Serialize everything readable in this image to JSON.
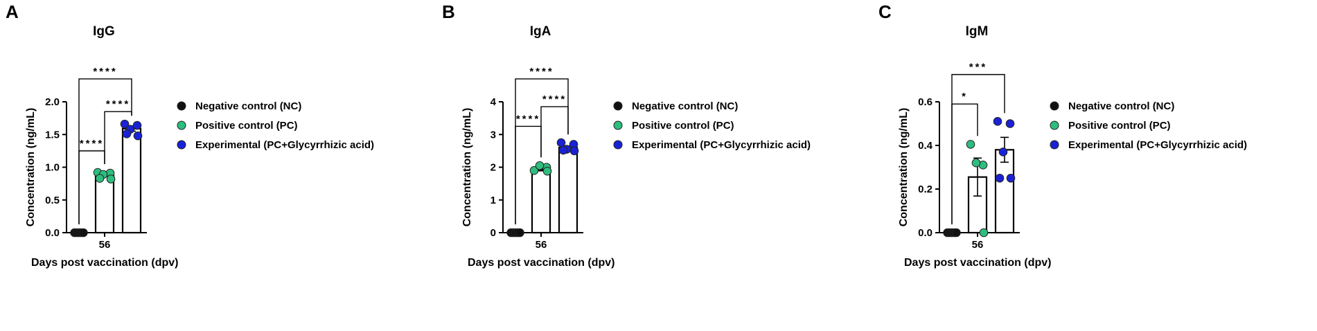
{
  "colors": {
    "nc": "#111111",
    "pc": "#2dbd7e",
    "exp": "#1a22d6"
  },
  "legend": [
    {
      "label": "Negative control (NC)",
      "color": "#111111"
    },
    {
      "label": "Positive control (PC)",
      "color": "#2dbd7e"
    },
    {
      "label": "Experimental (PC+Glycyrrhizic acid)",
      "color": "#1a22d6"
    }
  ],
  "chart_data": [
    {
      "panel": "A",
      "type": "bar",
      "title": "IgG",
      "xlabel": "Days post vaccination (dpv)",
      "ylabel": "Concentration (ng/mL)",
      "x_tick": "56",
      "ylim": [
        0,
        2.0
      ],
      "yticks": [
        "0.0",
        "0.5",
        "1.0",
        "1.5",
        "2.0"
      ],
      "ytick_values": [
        0,
        0.5,
        1.0,
        1.5,
        2.0
      ],
      "grid": false,
      "legend": "right",
      "series": [
        {
          "name": "Negative control (NC)",
          "mean": 0,
          "points": [
            0,
            0,
            0,
            0,
            0
          ],
          "error": 0
        },
        {
          "name": "Positive control (PC)",
          "mean": 0.88,
          "points": [
            0.92,
            0.91,
            0.89,
            0.82,
            0.83
          ],
          "error": 0.02
        },
        {
          "name": "Experimental (PC+Glycyrrhizic acid)",
          "mean": 1.59,
          "points": [
            1.66,
            1.64,
            1.58,
            1.48,
            1.51
          ],
          "error": 0.04
        }
      ],
      "significance": [
        {
          "from": 0,
          "to": 1,
          "label": "****",
          "y": 1.25
        },
        {
          "from": 1,
          "to": 2,
          "label": "****",
          "y": 1.85
        },
        {
          "from": 0,
          "to": 2,
          "label": "****",
          "y": 2.35
        }
      ]
    },
    {
      "panel": "B",
      "type": "bar",
      "title": "IgA",
      "xlabel": "Days post vaccination (dpv)",
      "ylabel": "Concentration (ng/mL)",
      "x_tick": "56",
      "ylim": [
        0,
        4
      ],
      "yticks": [
        "0",
        "1",
        "2",
        "3",
        "4"
      ],
      "ytick_values": [
        0,
        1,
        2,
        3,
        4
      ],
      "grid": false,
      "legend": "right",
      "series": [
        {
          "name": "Negative control (NC)",
          "mean": 0,
          "points": [
            0,
            0,
            0,
            0,
            0
          ],
          "error": 0
        },
        {
          "name": "Positive control (PC)",
          "mean": 1.93,
          "points": [
            1.9,
            2.0,
            2.05,
            1.88
          ],
          "error": 0.04
        },
        {
          "name": "Experimental (PC+Glycyrrhizic acid)",
          "mean": 2.6,
          "points": [
            2.75,
            2.7,
            2.55,
            2.5,
            2.52
          ],
          "error": 0.05
        }
      ],
      "significance": [
        {
          "from": 0,
          "to": 1,
          "label": "****",
          "y": 3.25
        },
        {
          "from": 1,
          "to": 2,
          "label": "****",
          "y": 3.85
        },
        {
          "from": 0,
          "to": 2,
          "label": "****",
          "y": 4.7
        }
      ]
    },
    {
      "panel": "C",
      "type": "bar",
      "title": "IgM",
      "xlabel": "Days post vaccination (dpv)",
      "ylabel": "Concentration (ng/mL)",
      "x_tick": "56",
      "ylim": [
        0,
        0.6
      ],
      "yticks": [
        "0.0",
        "0.2",
        "0.4",
        "0.6"
      ],
      "ytick_values": [
        0,
        0.2,
        0.4,
        0.6
      ],
      "grid": false,
      "legend": "right",
      "series": [
        {
          "name": "Negative control (NC)",
          "mean": 0,
          "points": [
            0,
            0,
            0,
            0,
            0
          ],
          "error": 0
        },
        {
          "name": "Positive control (PC)",
          "mean": 0.255,
          "points": [
            0.405,
            0.31,
            0.32,
            0.0
          ],
          "error": 0.087
        },
        {
          "name": "Experimental (PC+Glycyrrhizic acid)",
          "mean": 0.38,
          "points": [
            0.51,
            0.5,
            0.37,
            0.25,
            0.25
          ],
          "error": 0.057
        }
      ],
      "significance": [
        {
          "from": 0,
          "to": 1,
          "label": "*",
          "y": 0.59
        },
        {
          "from": 0,
          "to": 2,
          "label": "***",
          "y": 0.725
        }
      ]
    }
  ]
}
